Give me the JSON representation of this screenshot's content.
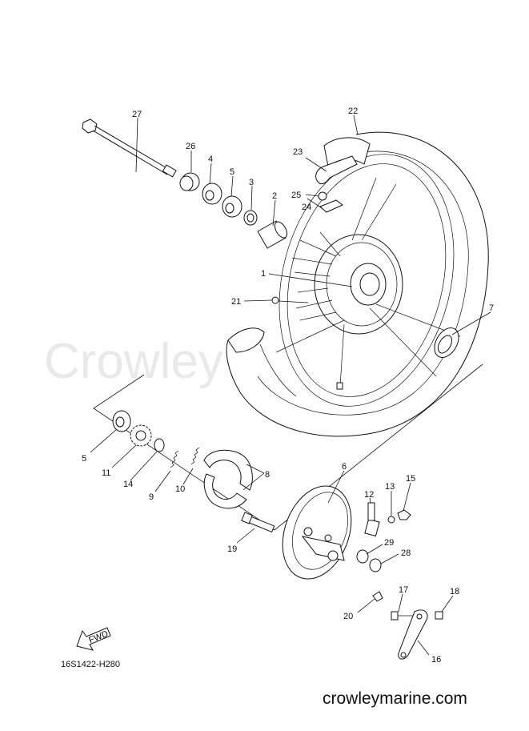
{
  "watermark": "Crowley Marine",
  "diagram_code": "16S1422-H280",
  "site": "crowleymarine.com",
  "fwd_label": "FWD",
  "parts": [
    "1",
    "2",
    "3",
    "4",
    "5",
    "6",
    "7",
    "8",
    "9",
    "10",
    "11",
    "12",
    "13",
    "14",
    "15",
    "16",
    "17",
    "18",
    "19",
    "20",
    "21",
    "22",
    "23",
    "24",
    "25",
    "26",
    "27",
    "28",
    "29",
    "5"
  ]
}
